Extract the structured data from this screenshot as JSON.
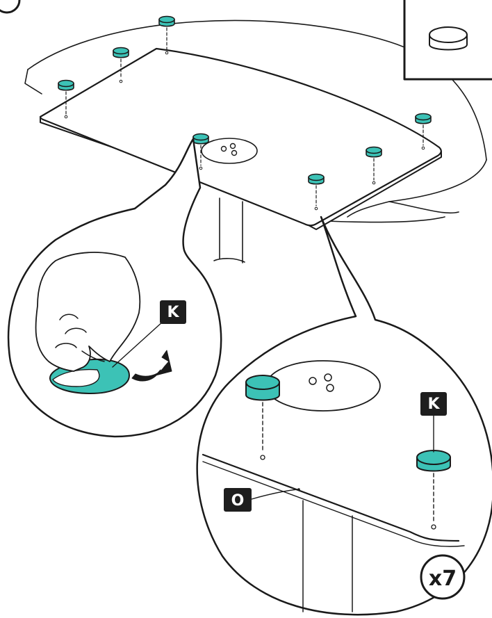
{
  "labels": {
    "pad_part": "K",
    "tabletop_part": "O",
    "quantity": "x7"
  },
  "colors": {
    "pad": "#3cc2b6",
    "pad_top": "#7edcd2",
    "line": "#1a1a1a",
    "label_bg": "#1e1e1e"
  },
  "icons": {
    "step_marker": "step-number-circle",
    "pad_detail": "felt-pad-inset",
    "peel_arrow": "curved-arrow-icon"
  }
}
